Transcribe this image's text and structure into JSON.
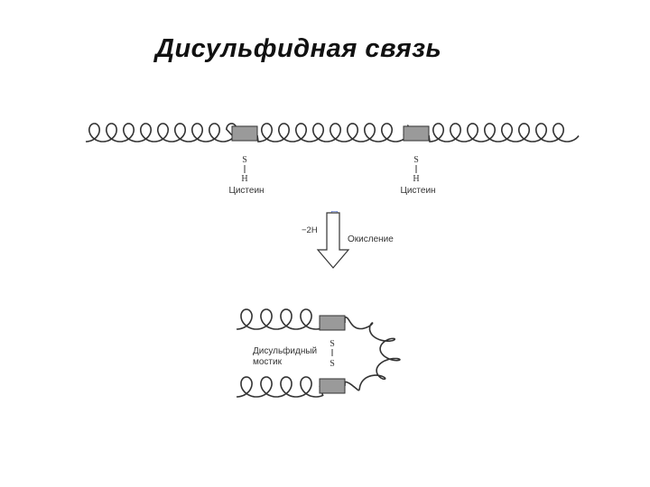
{
  "title": "Дисульфидная связь",
  "top_chain": {
    "residue_1": {
      "atom_s": "S",
      "atom_h": "H",
      "label": "Цистеин"
    },
    "residue_2": {
      "atom_s": "S",
      "atom_h": "H",
      "label": "Цистеин"
    }
  },
  "reaction": {
    "loss_label": "−2H",
    "process_label": "Окисление",
    "small_mark": "□"
  },
  "bottom_chain": {
    "bridge_label_line1": "Дисульфидный",
    "bridge_label_line2": "мостик",
    "atom_s_top": "S",
    "atom_s_bottom": "S"
  },
  "colors": {
    "line": "#333333",
    "box_fill": "#9a9a9a",
    "arrow_fill": "#ffffff",
    "mark": "#3355cc"
  }
}
